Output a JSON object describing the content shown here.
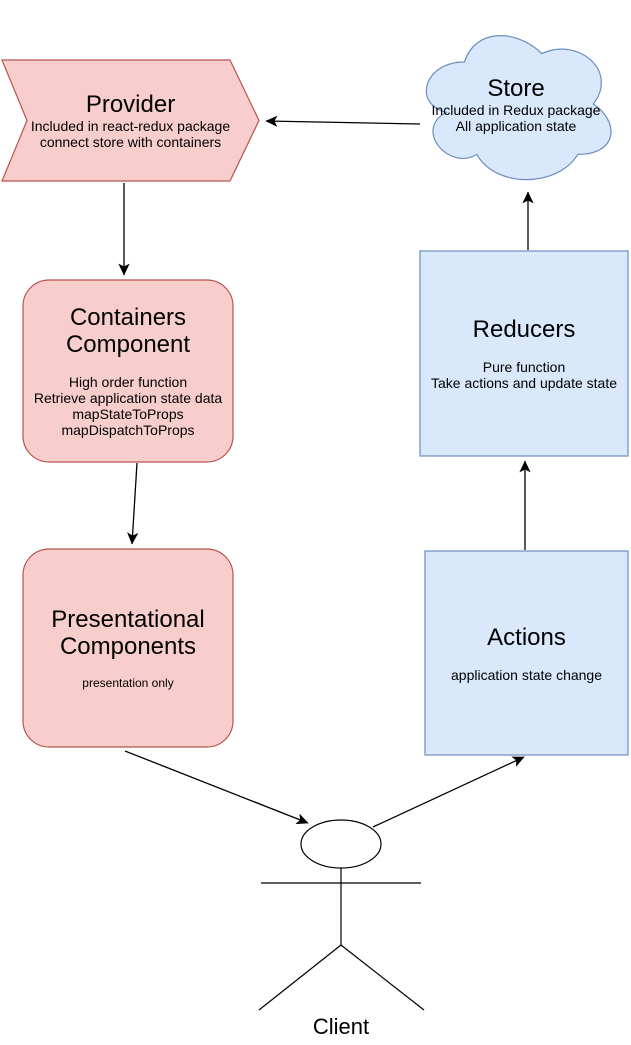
{
  "colors": {
    "pink_fill": "#f8cecc",
    "pink_stroke": "#b85450",
    "blue_fill": "#dae8fc",
    "blue_stroke": "#6c8ebf",
    "connector": "#000000"
  },
  "diagram": {
    "nodes": {
      "provider": {
        "shape": "chevron-banner",
        "title": "Provider",
        "body": [
          "Included in react-redux package",
          "connect store with containers"
        ]
      },
      "store": {
        "shape": "cloud",
        "title": "Store",
        "body": [
          "Included in Redux package",
          "All application state"
        ]
      },
      "containers": {
        "shape": "rounded-rectangle",
        "title_lines": [
          "Containers",
          "Component"
        ],
        "body": [
          "High order function",
          "Retrieve application state data",
          "mapStateToProps",
          "mapDispatchToProps"
        ]
      },
      "reducers": {
        "shape": "rectangle",
        "title": "Reducers",
        "body": [
          "Pure function",
          "Take actions and update state"
        ]
      },
      "presentational": {
        "shape": "rounded-rectangle",
        "title_lines": [
          "Presentational",
          "Components"
        ],
        "body": [
          "presentation only"
        ]
      },
      "actions": {
        "shape": "rectangle",
        "title": "Actions",
        "body": [
          "application state change"
        ]
      },
      "client": {
        "shape": "actor-stick-figure",
        "title": "Client"
      }
    },
    "edges": [
      {
        "from": "Store",
        "to": "Provider"
      },
      {
        "from": "Provider",
        "to": "Containers Component"
      },
      {
        "from": "Containers Component",
        "to": "Presentational Components"
      },
      {
        "from": "Presentational Components",
        "to": "Client"
      },
      {
        "from": "Client",
        "to": "Actions"
      },
      {
        "from": "Actions",
        "to": "Reducers"
      },
      {
        "from": "Reducers",
        "to": "Store"
      }
    ]
  }
}
